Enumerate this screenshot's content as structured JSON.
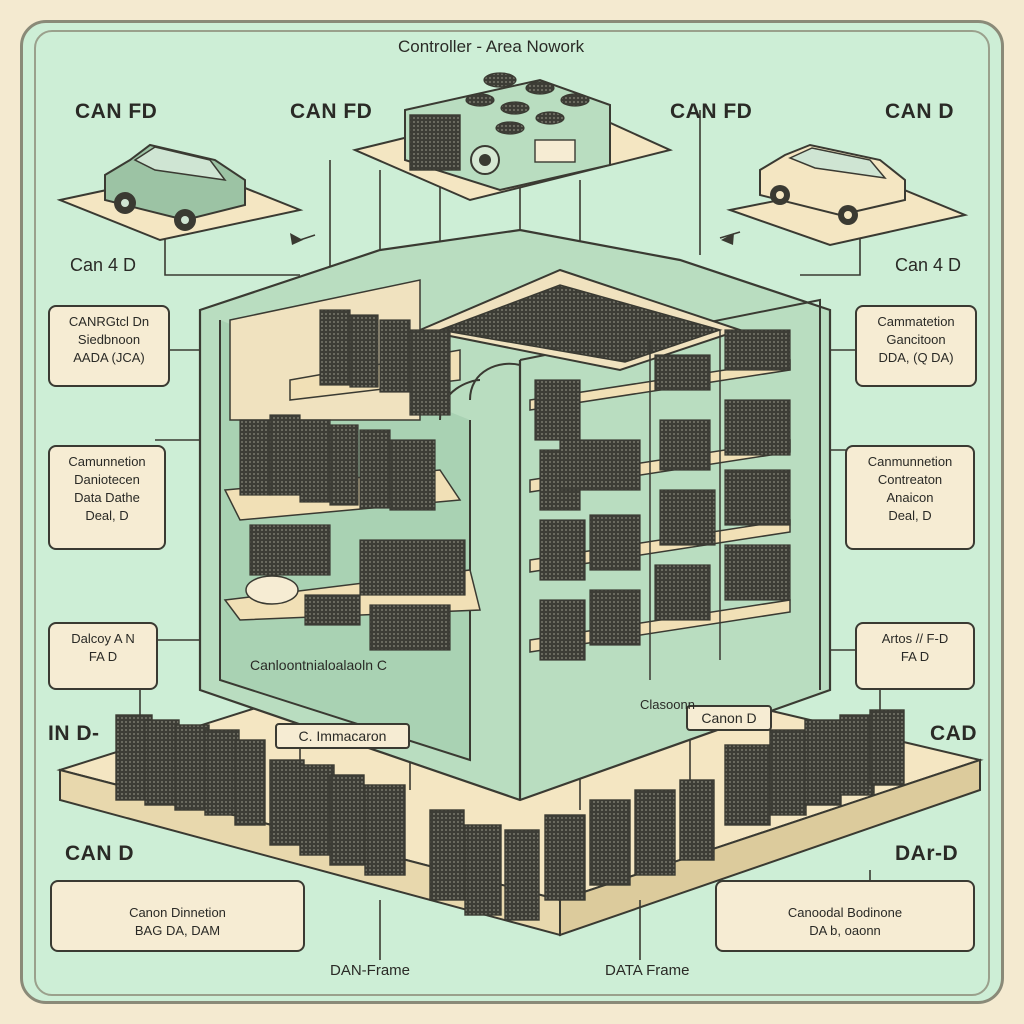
{
  "title": "Controller - Area Nowork",
  "corner_labels": {
    "top_left": "CAN FD",
    "top_center": "CAN FD",
    "top_right_center": "CAN FD",
    "top_right": "CAN D",
    "mid_left": "Can 4 D",
    "mid_right": "Can 4 D",
    "low_left": "IN D-",
    "low_right": "CAD",
    "bottom_left": "CAN D",
    "bottom_right": "DAr-D"
  },
  "left_boxes": [
    {
      "lines": [
        "CANRGtcl Dn",
        "Siedbnoon",
        "AADA (JCA)"
      ]
    },
    {
      "lines": [
        "Camunnetion",
        "Daniotecen",
        "Data Dathe",
        "Deal, D"
      ]
    },
    {
      "lines": [
        "Dalcoy A N",
        "FA D"
      ]
    }
  ],
  "right_boxes": [
    {
      "lines": [
        "Cammatetion",
        "Gancitoon",
        "DDA, (Q DA)"
      ]
    },
    {
      "lines": [
        "Canmunnetion",
        "Contreaton",
        "Anaicon",
        "Deal, D"
      ]
    },
    {
      "lines": [
        "Artos // F-D",
        "FA D"
      ]
    }
  ],
  "bottom_boxes": {
    "left": [
      "Canon Dinnetion",
      "BAG DA, DAM"
    ],
    "right": [
      "Canoodal Bodinone",
      "DA b, oaonn"
    ]
  },
  "building_labels": {
    "wall_text": "Canloontnialoalaoln C",
    "tag_left": "C. Immacaron",
    "tag_right": "Canon D",
    "floor_text": "Clasoonn"
  },
  "footer_labels": {
    "left": "DAN-Frame",
    "right": "DATA Frame"
  }
}
